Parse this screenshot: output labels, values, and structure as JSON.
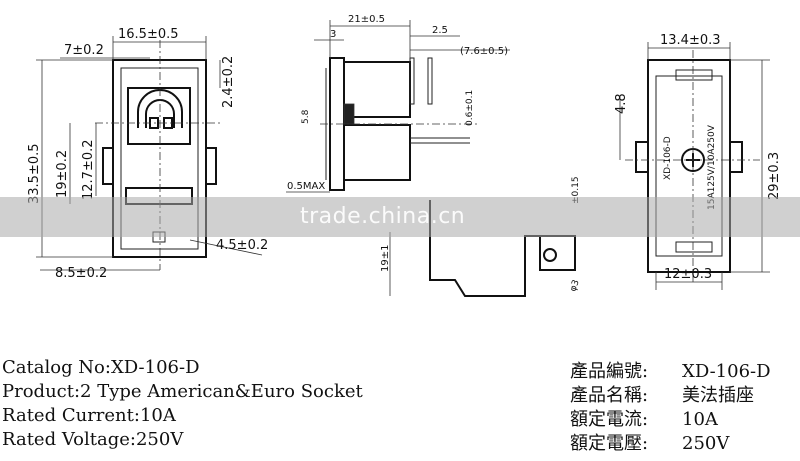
{
  "front_view": {
    "dim_width": "16.5±0.5",
    "dim_offset": "7±0.2",
    "dim_top": "2.4±0.2",
    "dim_height": "33.5±0.5",
    "dim_mid": "19±0.2",
    "dim_inner": "12.7±0.2",
    "dim_bottom_offset": "8.5±0.2",
    "dim_corner": "4.5±0.2"
  },
  "side_view": {
    "dim_depth": "21±0.5",
    "dim_flange": "3",
    "dim_pin_offset": "2.5",
    "dim_pin_length": "(7.6±0.5)",
    "dim_slot": "5.8",
    "dim_pin_thick": "0.6±0.1",
    "dim_gap": "0.5MAX",
    "dim_tol": "±0.15",
    "dim_height": "19±1",
    "dim_hole": "φ3"
  },
  "rear_view": {
    "dim_top_width": "13.4±0.3",
    "dim_top": "4.8",
    "dim_height": "29±0.3",
    "dim_bottom_width": "12±0.3",
    "marking_model": "XD-106-D",
    "marking_rating": "15A125V/10A250V"
  },
  "watermark": "trade.china.cn",
  "specs_en": [
    {
      "label": "Catalog No:",
      "value": "XD-106-D"
    },
    {
      "label": "Product:",
      "value": "2 Type American&Euro Socket"
    },
    {
      "label": "Rated Current:",
      "value": "10A"
    },
    {
      "label": "Rated Voltage:",
      "value": "250V"
    }
  ],
  "specs_zh": [
    {
      "label": "產品編號:",
      "value": "XD-106-D"
    },
    {
      "label": "產品名稱:",
      "value": "美法插座"
    },
    {
      "label": "額定電流:",
      "value": "10A"
    },
    {
      "label": "額定電壓:",
      "value": "250V"
    }
  ]
}
